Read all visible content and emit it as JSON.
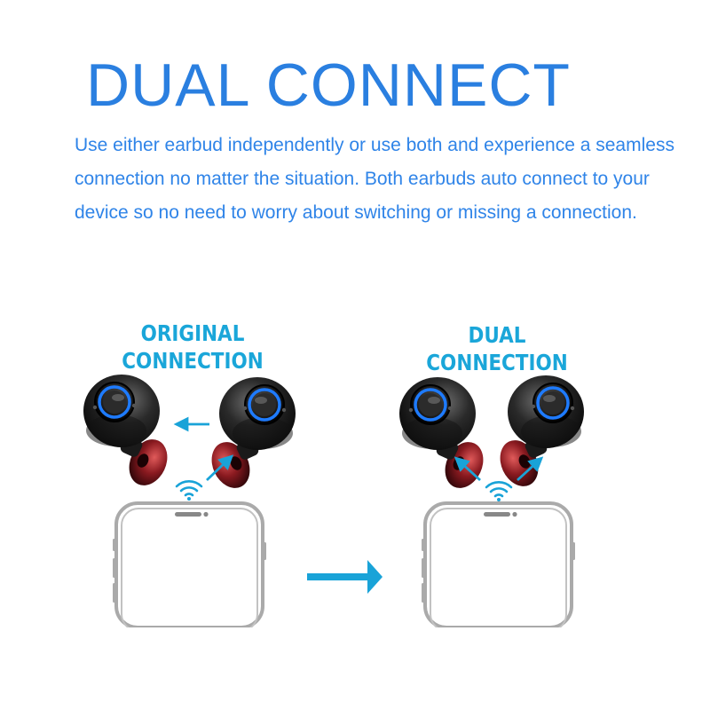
{
  "title": "DUAL CONNECT",
  "description": "Use either earbud independently or use both and experience a seamless connection no matter the situation. Both earbuds auto connect to your device so no need to worry about switching or missing a connection.",
  "diagram": {
    "left_label": [
      "ORIGINAL",
      "CONNECTION"
    ],
    "right_label": [
      "DUAL",
      "CONNECTION"
    ]
  },
  "colors": {
    "title": "#2a7fe0",
    "text": "#2f84e8",
    "label": "#1aa6d9",
    "arrow": "#19a3d8",
    "earbud_ring": "#1e7bff",
    "earbud_tip": "#b3262e"
  },
  "icons": [
    "earbud-icon",
    "phone-outline-icon",
    "wifi-signal-icon",
    "arrow-icon"
  ]
}
